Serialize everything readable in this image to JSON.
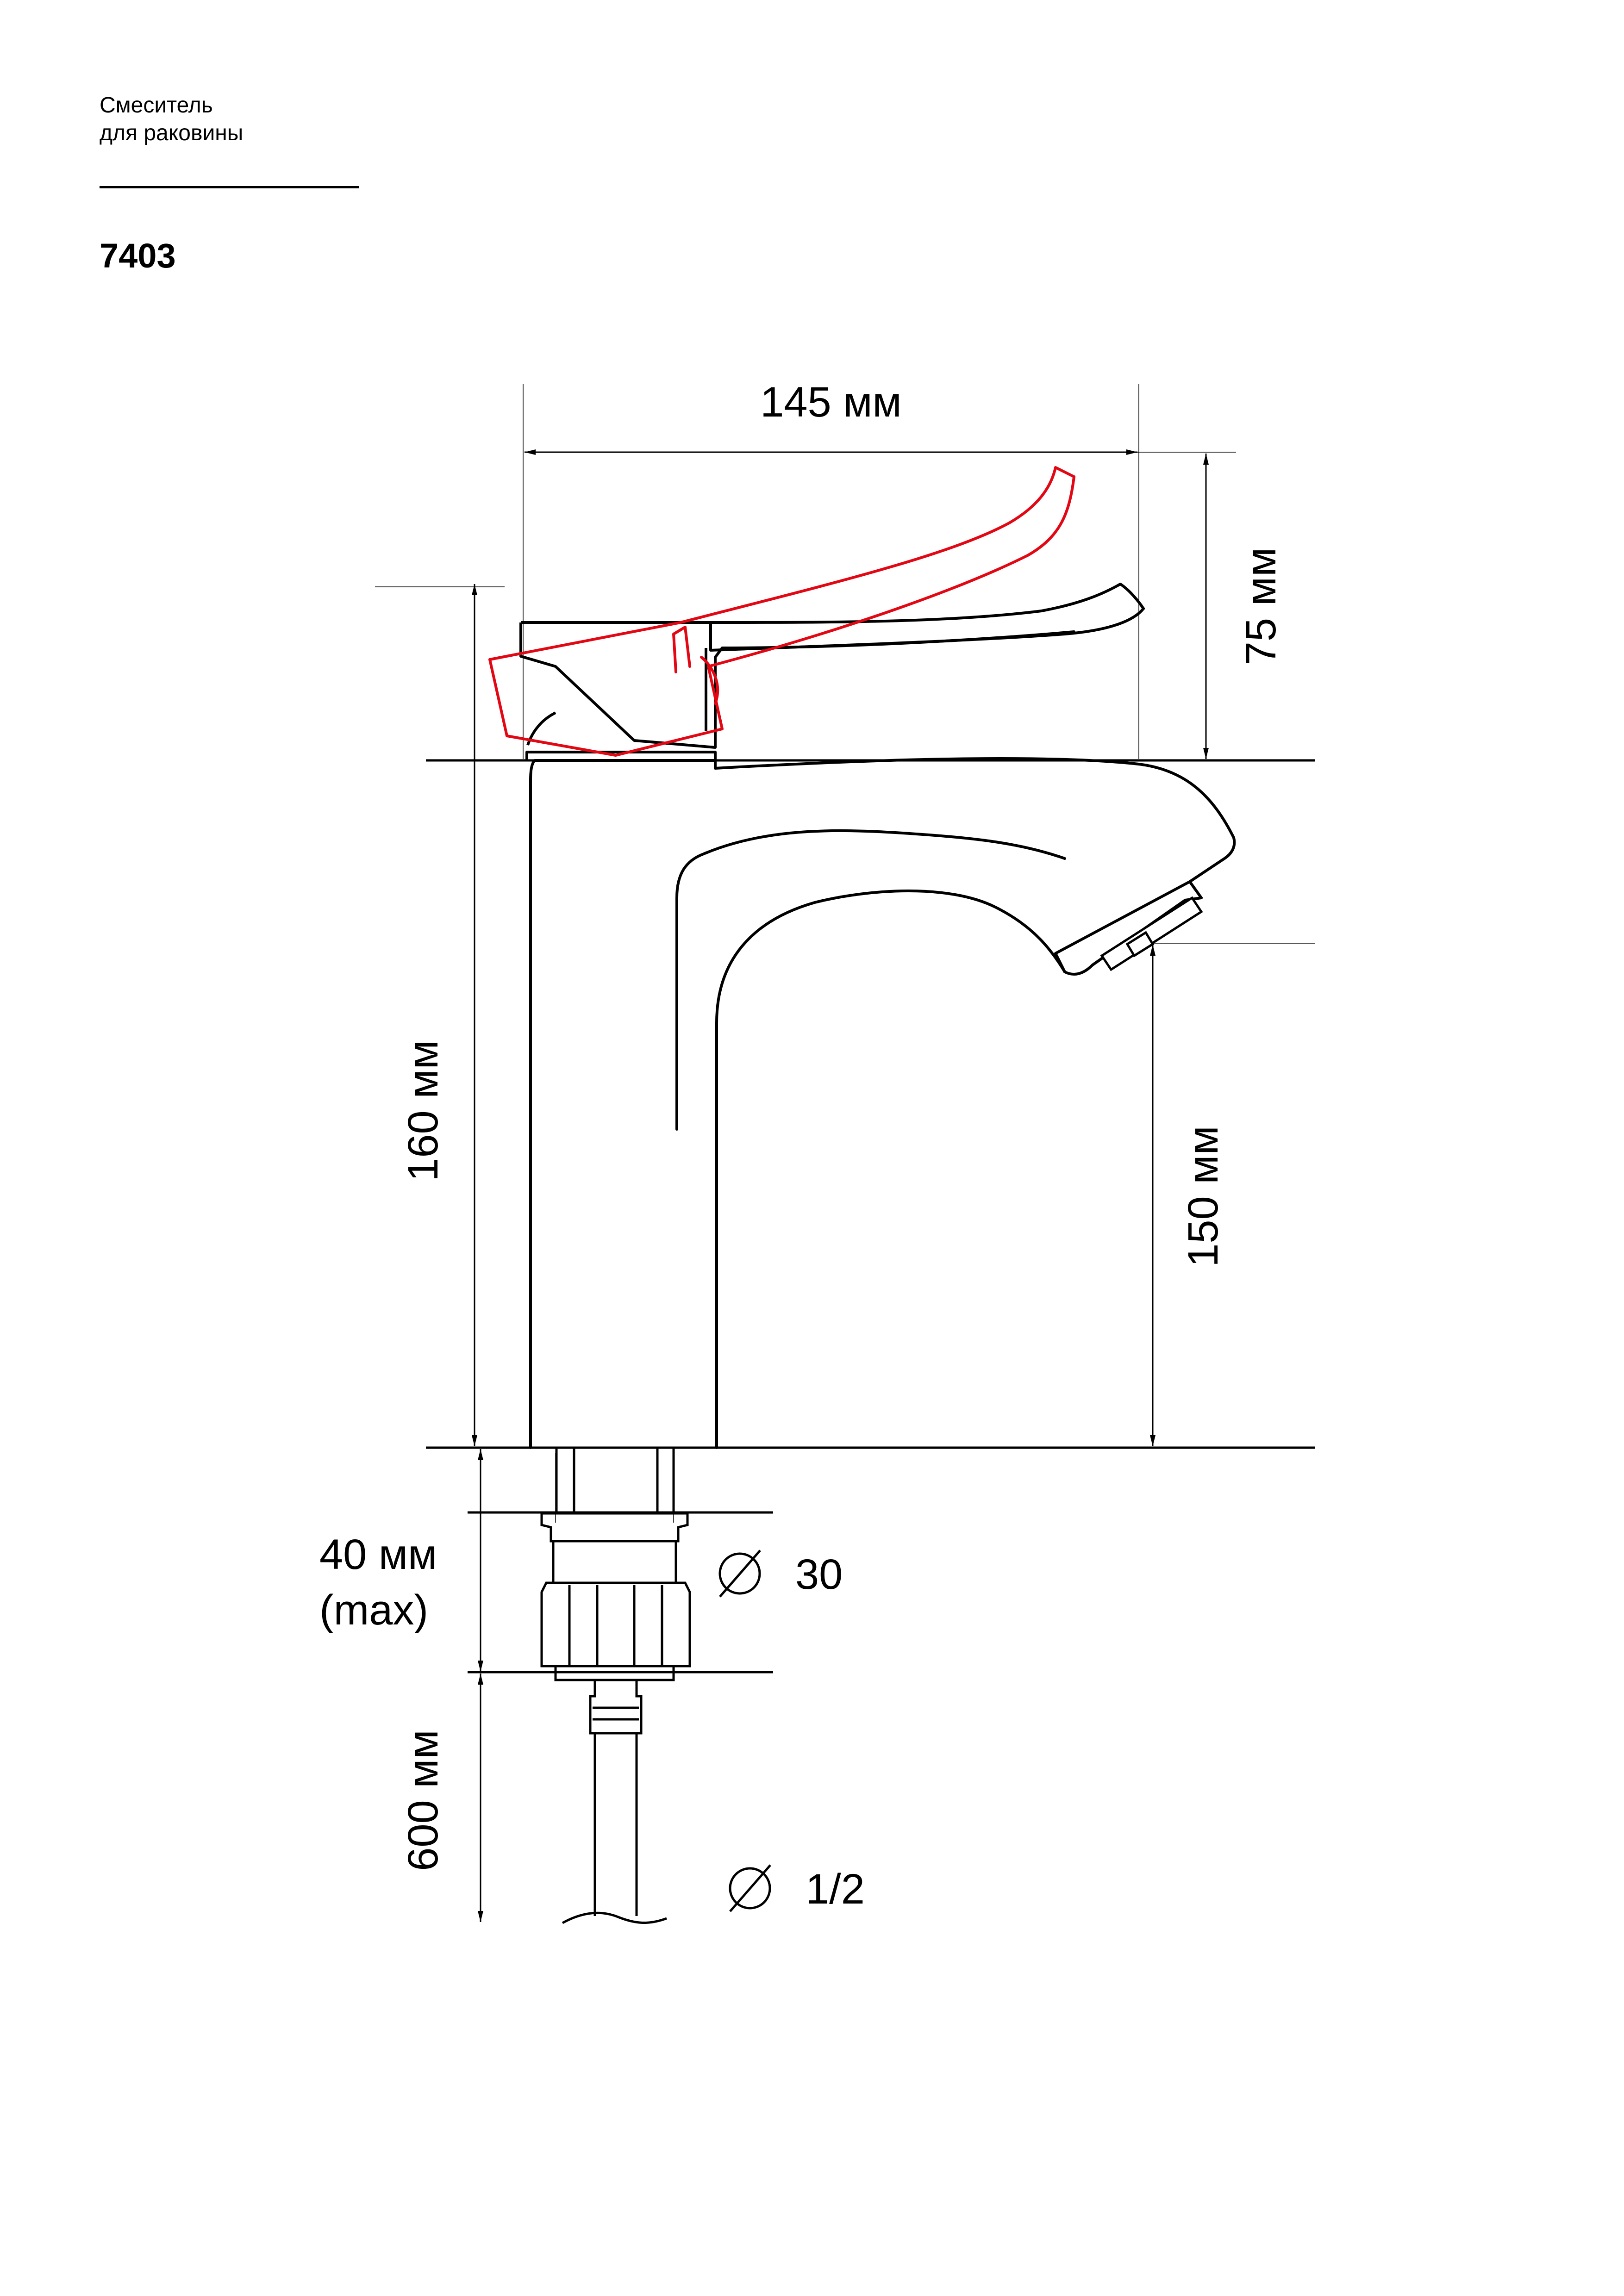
{
  "header": {
    "title_line1": "Смеситель",
    "title_line2": "для раковины",
    "model": "7403"
  },
  "dimensions": {
    "width_top": "145 мм",
    "lever_height": "75 мм",
    "body_height": "160 мм",
    "spout_height": "150 мм",
    "mount_thickness": "40 мм",
    "mount_thickness_note": "(max)",
    "hose_length": "600 мм",
    "thread_diameter": "30",
    "hose_connection": "1/2"
  },
  "colors": {
    "outline": "#000000",
    "lever_alternate_position": "#e30613"
  }
}
